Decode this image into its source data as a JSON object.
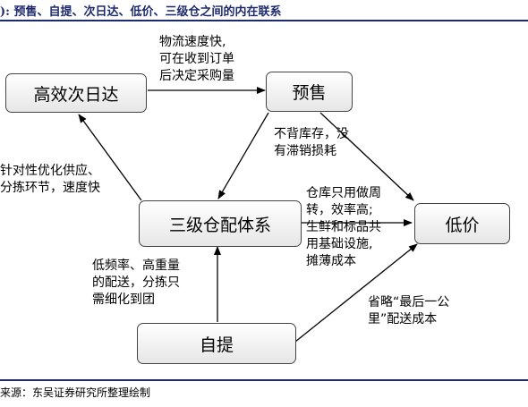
{
  "title": "): 预售、自提、次日达、低价、三级仓之间的内在联系",
  "source": "来源：东吴证券研究所整理绘制",
  "nodes": {
    "nextday": "高效次日达",
    "presale": "预售",
    "warehouse": "三级仓配体系",
    "lowprice": "低价",
    "pickup": "自提"
  },
  "edges": {
    "nextday_presale": [
      "物流速度快,",
      "可在收到订单",
      "后决定采购量"
    ],
    "presale_lowprice": [
      "不背库存，没",
      "有滞销损耗"
    ],
    "warehouse_nextday": [
      "针对性优化供应、",
      "分拣环节，速度快"
    ],
    "warehouse_lowprice": [
      "仓库只用做周",
      "转，效率高;",
      "生鲜和标品共",
      "用基础设施,",
      "摊薄成本"
    ],
    "pickup_warehouse": [
      "低频率、高重量",
      "的配送，分拣只",
      "需细化到团"
    ],
    "pickup_lowprice": [
      "省略“最后一公",
      "里”配送成本"
    ]
  }
}
